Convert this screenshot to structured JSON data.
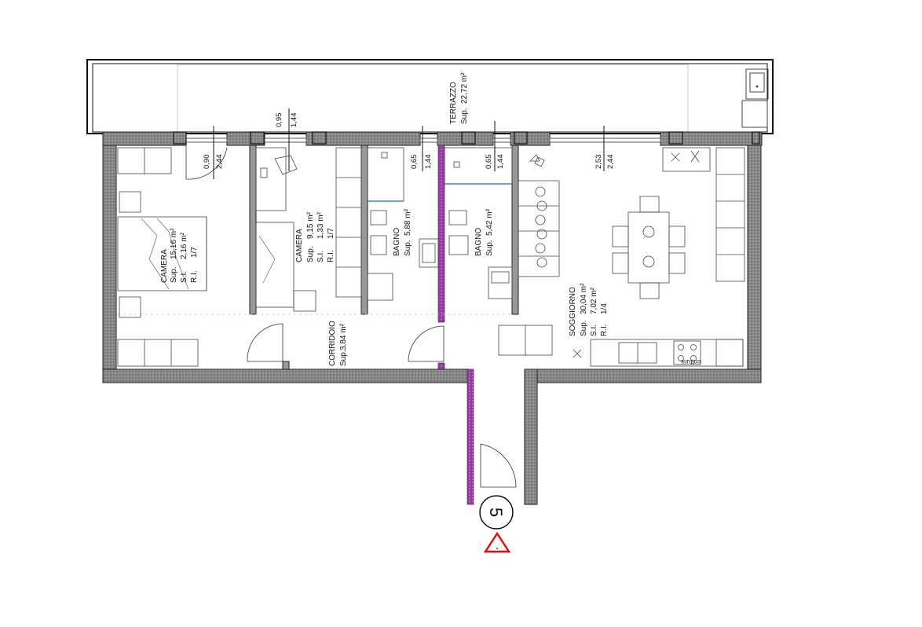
{
  "plan": {
    "apartment_number": "5",
    "marker_color": "#e01010",
    "wall_color": "#777777",
    "partition_color": "#a040b0",
    "rooms": [
      {
        "id": "camera1",
        "name": "CAMERA",
        "sup_label": "Sup.",
        "sup": "15,16 m²",
        "si_label": "S.I.",
        "si": "2,16 m²",
        "ri_label": "R.I.",
        "ri": "1/7"
      },
      {
        "id": "camera2",
        "name": "CAMERA",
        "sup_label": "Sup.",
        "sup": "9,15 m²",
        "si_label": "S.I.",
        "si": "1,33 m²",
        "ri_label": "R.I.",
        "ri": "1/7"
      },
      {
        "id": "corridoio",
        "name": "CORRIDOIO",
        "sup_label": "Sup.",
        "sup": "3,84 m²"
      },
      {
        "id": "bagno1",
        "name": "BAGNO",
        "sup_label": "Sup.",
        "sup": "5,88 m²"
      },
      {
        "id": "bagno2",
        "name": "BAGNO",
        "sup_label": "Sup.",
        "sup": "5,42 m²"
      },
      {
        "id": "terrazzo",
        "name": "TERRAZZO",
        "sup_label": "Sup.",
        "sup": "22,72 m²"
      },
      {
        "id": "soggiorno",
        "name": "SOGGIORNO",
        "sup_label": "Sup.",
        "sup": "30,04 m²",
        "si_label": "S.I.",
        "si": "7,02 m²",
        "ri_label": "R.I.",
        "ri": "1/4"
      }
    ],
    "openings": [
      {
        "id": "op1",
        "width": "0,90",
        "height": "2,44"
      },
      {
        "id": "op2",
        "width": "0,95",
        "height": "1,44"
      },
      {
        "id": "op3",
        "width": "0,65",
        "height": "1,44"
      },
      {
        "id": "op4",
        "width": "0,65",
        "height": "1,44"
      },
      {
        "id": "op5",
        "width": "2,53",
        "height": "2,44"
      }
    ],
    "cooktop_label": "cottura"
  }
}
